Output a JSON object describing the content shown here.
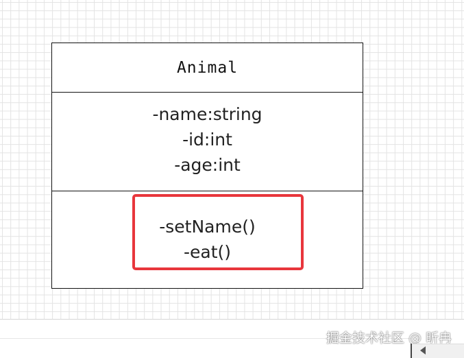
{
  "diagram": {
    "class_name": "Animal",
    "attributes": [
      "-name:string",
      "-id:int",
      "-age:int"
    ],
    "methods": [
      "-setName()",
      "-eat()"
    ],
    "highlight_color": "#e8363c"
  },
  "watermark": "掘金技术社区 @ 昕冉",
  "scrollbar": {
    "icon": "scroll-left-arrow-icon"
  }
}
